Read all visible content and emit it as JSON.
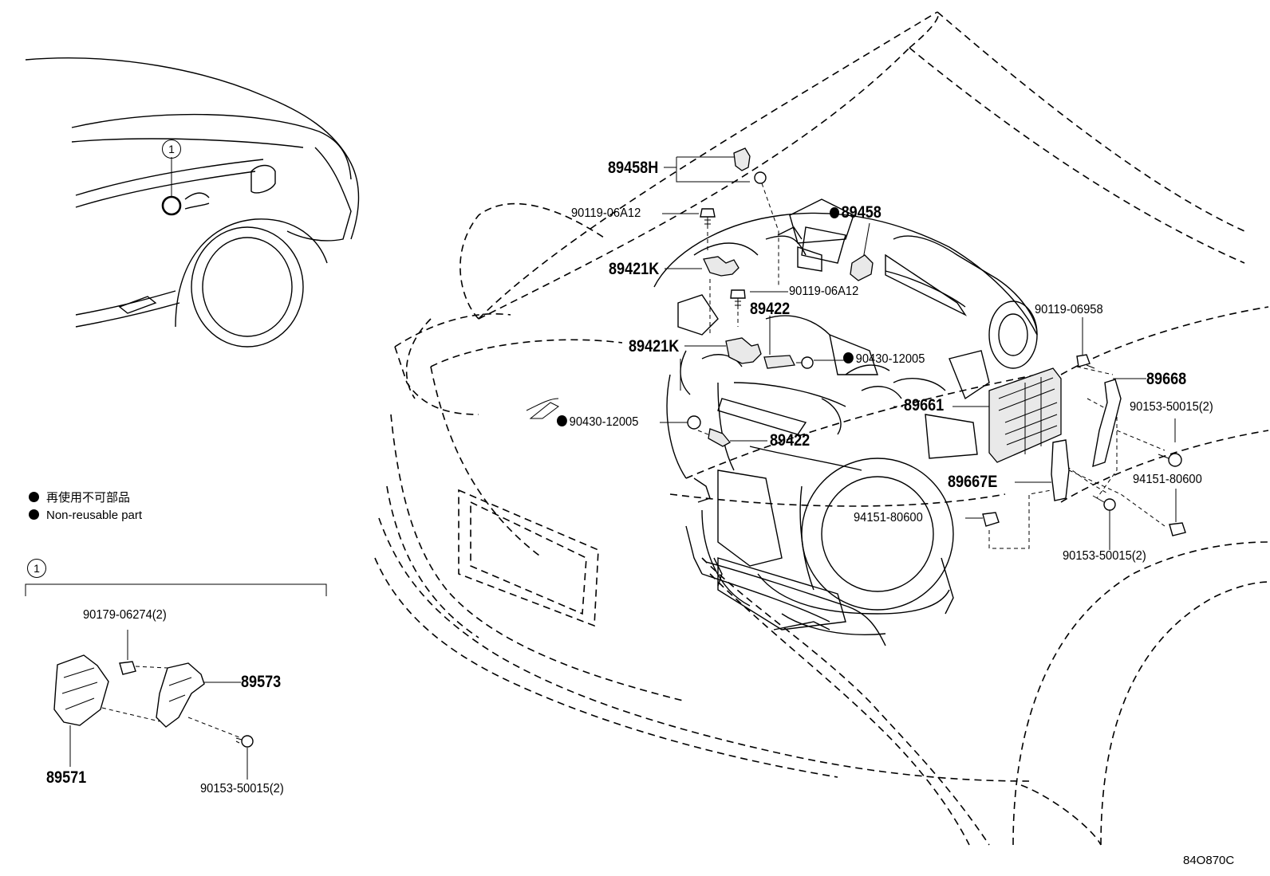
{
  "callouts": {
    "c1": "1",
    "c2": "1"
  },
  "legend": {
    "jp": "再使用不可部品",
    "en": "Non-reusable part"
  },
  "labels": {
    "p89458H": "89458H",
    "p90119_06A12_a": "90119-06A12",
    "p89458": "89458",
    "p89421K_a": "89421K",
    "p90119_06A12_b": "90119-06A12",
    "p89422_a": "89422",
    "p89421K_b": "89421K",
    "p90430_12005_a": "90430-12005",
    "p90119_06958": "90119-06958",
    "p89668": "89668",
    "p89661": "89661",
    "p90153_50015_a": "90153-50015(2)",
    "p90430_12005_b": "90430-12005",
    "p89422_b": "89422",
    "p89667E": "89667E",
    "p94151_80600_a": "94151-80600",
    "p94151_80600_b": "94151-80600",
    "p90153_50015_b": "90153-50015(2)",
    "p90179_06274": "90179-06274(2)",
    "p89573": "89573",
    "p89571": "89571",
    "p90153_50015_c": "90153-50015(2)",
    "diagram_id": "84O870C"
  }
}
